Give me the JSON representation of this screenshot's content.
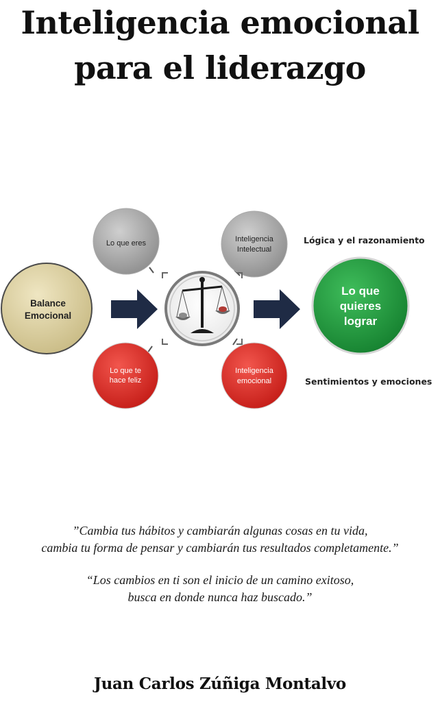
{
  "cover": {
    "title_line1": "Inteligencia emocional",
    "title_line2": "para el liderazgo",
    "author": "Juan Carlos Zúñiga Montalvo"
  },
  "diagram": {
    "left_circle": {
      "line1": "Balance",
      "line2": "Emocional"
    },
    "top_left_circle": {
      "line1": "Lo que eres"
    },
    "bottom_left_circle": {
      "line1": "Lo que te",
      "line2": "hace feliz"
    },
    "top_right_circle": {
      "line1": "Inteligencia",
      "line2": "Intelectual"
    },
    "bottom_right_circle": {
      "line1": "Inteligencia",
      "line2": "emocional"
    },
    "goal_circle": {
      "line1": "Lo que",
      "line2": "quieres",
      "line3": "lograr"
    },
    "top_text": "Lógica y el razonamiento",
    "bottom_text": "Sentimientos y emociones",
    "colors": {
      "beige": "#d8cc9e",
      "gray": "#a8a8a8",
      "red": "#e02a24",
      "green": "#1f9a3e",
      "navy": "#1f2b45"
    }
  },
  "quotes": {
    "q1_line1": "”Cambia tus hábitos y cambiarán algunas cosas en tu vida,",
    "q1_line2": "cambia tu forma de pensar y cambiarán tus resultados completamente.”",
    "q2_line1": "“Los cambios en ti son el inicio de un camino exitoso,",
    "q2_line2": "busca en donde nunca haz buscado.”"
  }
}
